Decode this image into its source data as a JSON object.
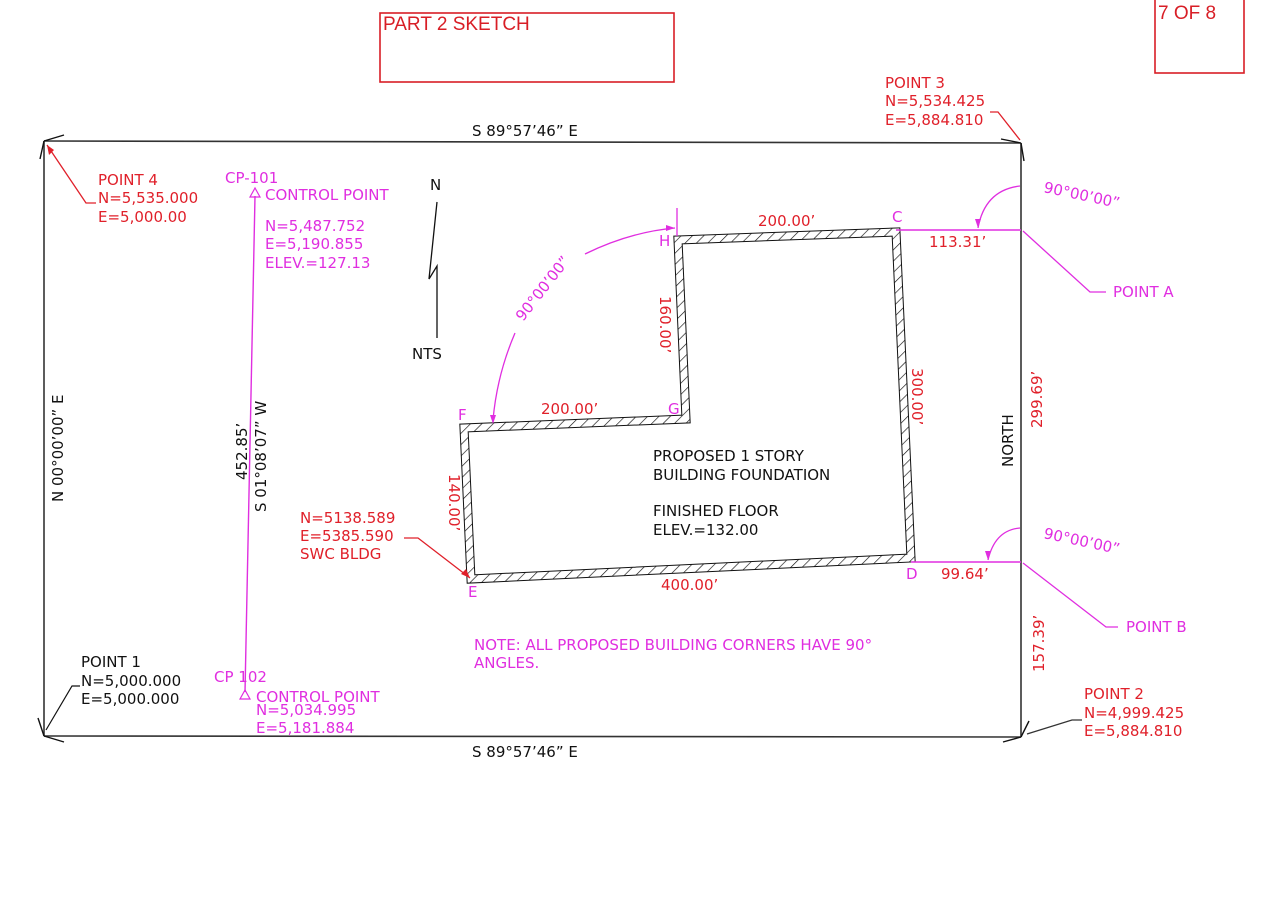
{
  "header": {
    "title_box_label": "PART 2 SKETCH",
    "page_box_label": "7 OF 8"
  },
  "colors": {
    "boundary": "#111111",
    "coordinates_red": "#e0202a",
    "annotation_magenta": "#e02ee0",
    "title_red": "#d81e26"
  },
  "boundary": {
    "top_bearing": "S 89°57’46” E",
    "bottom_bearing": "S 89°57’46” E",
    "left_bearing": "N 00°00’00” E",
    "right_bearing": "NORTH",
    "right_upper_distance": "299.69’",
    "right_lower_distance": "157.39’"
  },
  "points": {
    "point1": {
      "label": "POINT 1",
      "n": "N=5,000.000",
      "e": "E=5,000.000"
    },
    "point2": {
      "label": "POINT 2",
      "n": "N=4,999.425",
      "e": "E=5,884.810"
    },
    "point3": {
      "label": "POINT 3",
      "n": "N=5,534.425",
      "e": "E=5,884.810"
    },
    "point4": {
      "label": "POINT 4",
      "n": "N=5,535.000",
      "e": "E=5,000.00"
    },
    "pointA": {
      "label": "POINT A"
    },
    "pointB": {
      "label": "POINT B"
    }
  },
  "control_points": {
    "cp101": {
      "id": "CP-101",
      "label": "CONTROL POINT",
      "n": "N=5,487.752",
      "e": "E=5,190.855",
      "elev": "ELEV.=127.13"
    },
    "cp102": {
      "id": "CP 102",
      "label": "CONTROL POINT",
      "n": "N=5,034.995",
      "e": "E=5,181.884"
    },
    "line_distance": "452.85’",
    "line_bearing": "S 01°08’07” W"
  },
  "north_arrow": {
    "north_label": "N",
    "scale_label": "NTS"
  },
  "building": {
    "corners": {
      "c": "C",
      "d": "D",
      "e": "E",
      "f": "F",
      "g": "G",
      "h": "H"
    },
    "dims": {
      "hc": "200.00’",
      "hg": "160.00’",
      "fg": "200.00’",
      "ef": "140.00’",
      "ed": "400.00’",
      "cd": "300.00’"
    },
    "label_line1": "PROPOSED 1 STORY",
    "label_line2": "BUILDING FOUNDATION",
    "floor_line1": "FINISHED FLOOR",
    "floor_line2": "ELEV.=132.00",
    "swc": {
      "n": "N=5138.589",
      "e": "E=5385.590",
      "label": "SWC BLDG"
    }
  },
  "ties": {
    "c_to_a": "113.31’",
    "d_to_b": "99.64’",
    "angle_a": "90°00’00”",
    "angle_b": "90°00’00”",
    "angle_fh": "90°00’00”"
  },
  "note": {
    "line1": "NOTE: ALL PROPOSED BUILDING CORNERS HAVE 90°",
    "line2": "ANGLES."
  }
}
